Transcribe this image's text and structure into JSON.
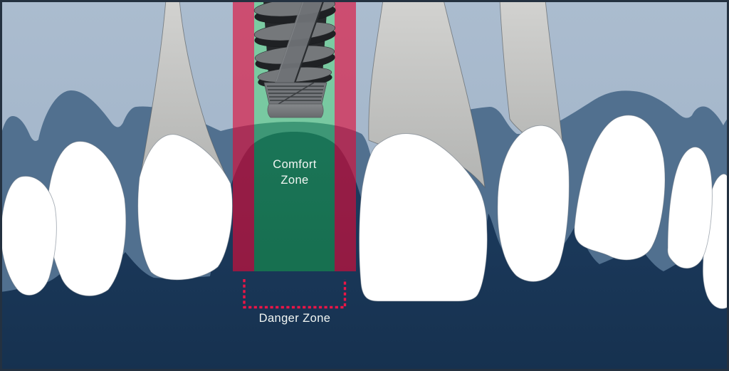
{
  "diagram": {
    "comfort_zone": {
      "line1": "Comfort",
      "line2": "Zone"
    },
    "danger_zone": {
      "label": "Danger Zone"
    }
  },
  "colors": {
    "sky_background": "#A8BACD",
    "gum_mid_blue": "#51708F",
    "bone_navy": "#1C3B5E",
    "comfort_band_overlay": "rgba(20,240,65,0.31)",
    "danger_band_overlay": "rgba(224,10,55,0.62)",
    "comfort_teal_visible": "#1E6E5A",
    "comfort_mint_visible": "#79CBA2",
    "danger_pink_visible": "#C94A6E",
    "danger_maroon_visible": "#8C1D49",
    "dashed_bracket_red": "#EC1546",
    "label_text": "#F2F6F3",
    "tooth_white": "#FFFFFF",
    "root_gray": "#C6C7C5",
    "implant_gray": "#73767A",
    "frame_border": "#243140"
  }
}
